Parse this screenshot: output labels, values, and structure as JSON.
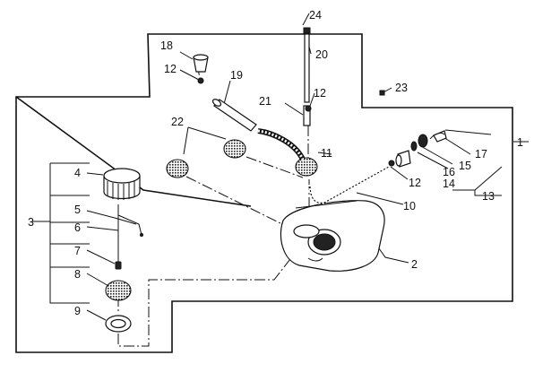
{
  "diagram": {
    "callouts": {
      "c1": "1",
      "c2": "2",
      "c3": "3",
      "c4": "4",
      "c5": "5",
      "c6": "6",
      "c7": "7",
      "c8": "8",
      "c9": "9",
      "c10": "10",
      "c11": "11",
      "c12a": "12",
      "c12b": "12",
      "c12c": "12",
      "c13": "13",
      "c14": "14",
      "c15": "15",
      "c16": "16",
      "c17": "17",
      "c18": "18",
      "c19": "19",
      "c20": "20",
      "c21": "21",
      "c22": "22",
      "c23": "23",
      "c24": "24"
    }
  }
}
